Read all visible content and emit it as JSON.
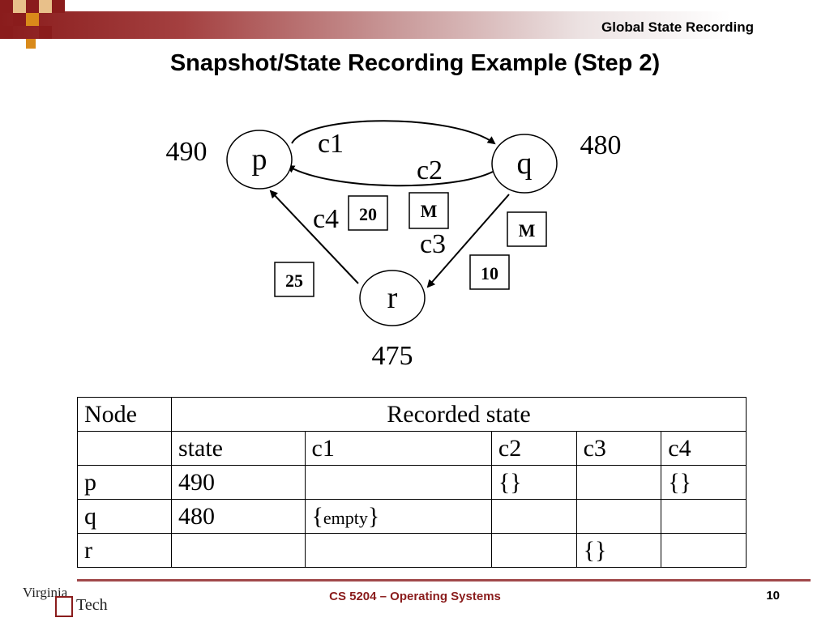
{
  "header": {
    "section": "Global State Recording",
    "title": "Snapshot/State Recording Example (Step 2)",
    "colors": {
      "maroon": "#8a1c1c",
      "orange": "#d98a1a"
    }
  },
  "diagram": {
    "nodes": [
      {
        "id": "p",
        "label": "p",
        "value": "490"
      },
      {
        "id": "q",
        "label": "q",
        "value": "480"
      },
      {
        "id": "r",
        "label": "r",
        "value": "475"
      }
    ],
    "channels": [
      {
        "id": "c1",
        "label": "c1",
        "from": "p",
        "to": "q"
      },
      {
        "id": "c2",
        "label": "c2",
        "from": "q",
        "to": "p"
      },
      {
        "id": "c3",
        "label": "c3",
        "from": "q",
        "to": "r"
      },
      {
        "id": "c4",
        "label": "c4",
        "from": "r",
        "to": "p"
      }
    ],
    "messages": [
      {
        "label": "20"
      },
      {
        "label": "M"
      },
      {
        "label": "M"
      },
      {
        "label": "10"
      },
      {
        "label": "25"
      }
    ]
  },
  "table": {
    "header": {
      "node": "Node",
      "recorded": "Recorded state"
    },
    "subheader": [
      "",
      "state",
      "c1",
      "c2",
      "c3",
      "c4"
    ],
    "rows": [
      {
        "cells": [
          "p",
          "490",
          "",
          "{}",
          "",
          "{}"
        ]
      },
      {
        "cells": [
          "q",
          "480",
          "",
          "",
          "",
          ""
        ],
        "c1_open": "{",
        "c1_inner": "empty",
        "c1_close": "}"
      },
      {
        "cells": [
          "r",
          "",
          "",
          "",
          "{}",
          ""
        ]
      }
    ]
  },
  "footer": {
    "course": "CS 5204 – Operating Systems",
    "page": "10",
    "logo_line1": "Virginia",
    "logo_line2": "Tech"
  }
}
